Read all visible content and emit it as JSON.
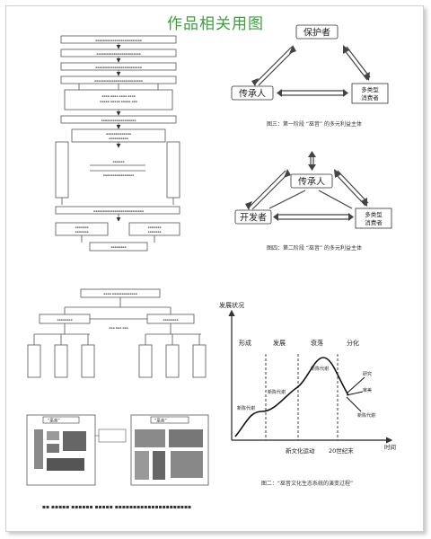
{
  "title": "作品相关用图",
  "diagram3": {
    "node_top": "保护者",
    "node_left": "传承人",
    "node_right": "多类型\n消费者",
    "caption": "图三：第一阶段 “巫音” 的多元利益主体"
  },
  "diagram4": {
    "node_center": "传承人",
    "node_left": "开发者",
    "node_right": "多类型\n消费者",
    "caption": "图四：第二阶段 “巫音” 的多元利益主体"
  },
  "chart2": {
    "ylabel": "发展状况",
    "xlabel": "时间",
    "phases": [
      "形成",
      "发展",
      "衰落",
      "分化"
    ],
    "labels": [
      "新陈代谢",
      "新陈代谢",
      "新陈代谢",
      "研究",
      "审美",
      "新陈代谢"
    ],
    "xticks": [
      "新文化运动",
      "20世纪末"
    ],
    "caption": "图二：“巫音文化生态系统的演变过程”"
  },
  "small_left": {
    "box1": "“巫音”",
    "box2": "“巫音”"
  }
}
